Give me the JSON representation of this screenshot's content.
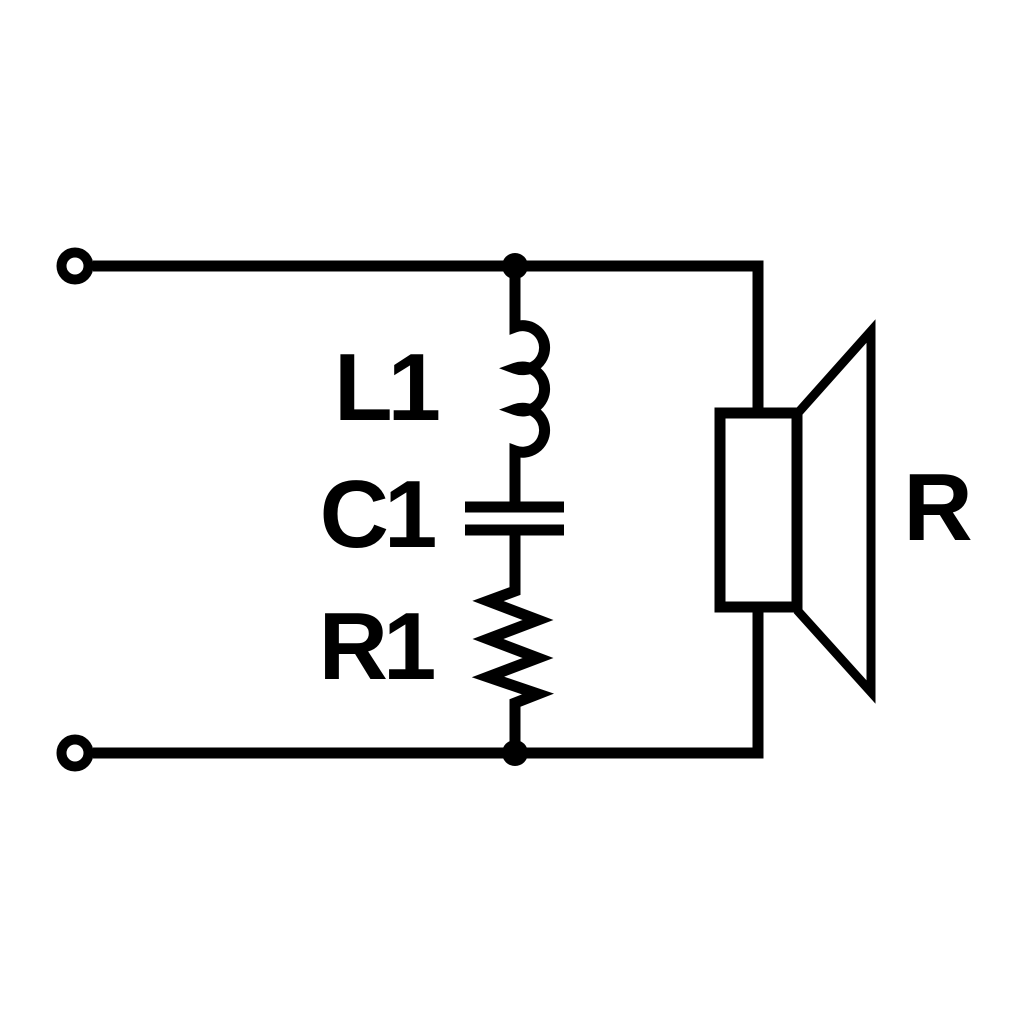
{
  "canvas": {
    "background_color": "#ffffff",
    "ink_color": "#000000"
  },
  "schematic": {
    "kind": "circuit-diagram",
    "components": [
      {
        "id": "L1",
        "type": "inductor",
        "label": "L1"
      },
      {
        "id": "C1",
        "type": "capacitor",
        "label": "C1"
      },
      {
        "id": "R1",
        "type": "resistor",
        "label": "R1"
      },
      {
        "id": "R",
        "type": "speaker",
        "label": "R"
      }
    ],
    "symbols": {
      "input_terminals": "open-circle-terminal",
      "junctions": "filled-dot",
      "inductor": "coil-3-loops",
      "capacitor": "two-parallel-plates",
      "resistor": "zigzag-6-segments",
      "load": "speaker-with-horn"
    },
    "terminal_count": 2,
    "junction_count": 2
  }
}
